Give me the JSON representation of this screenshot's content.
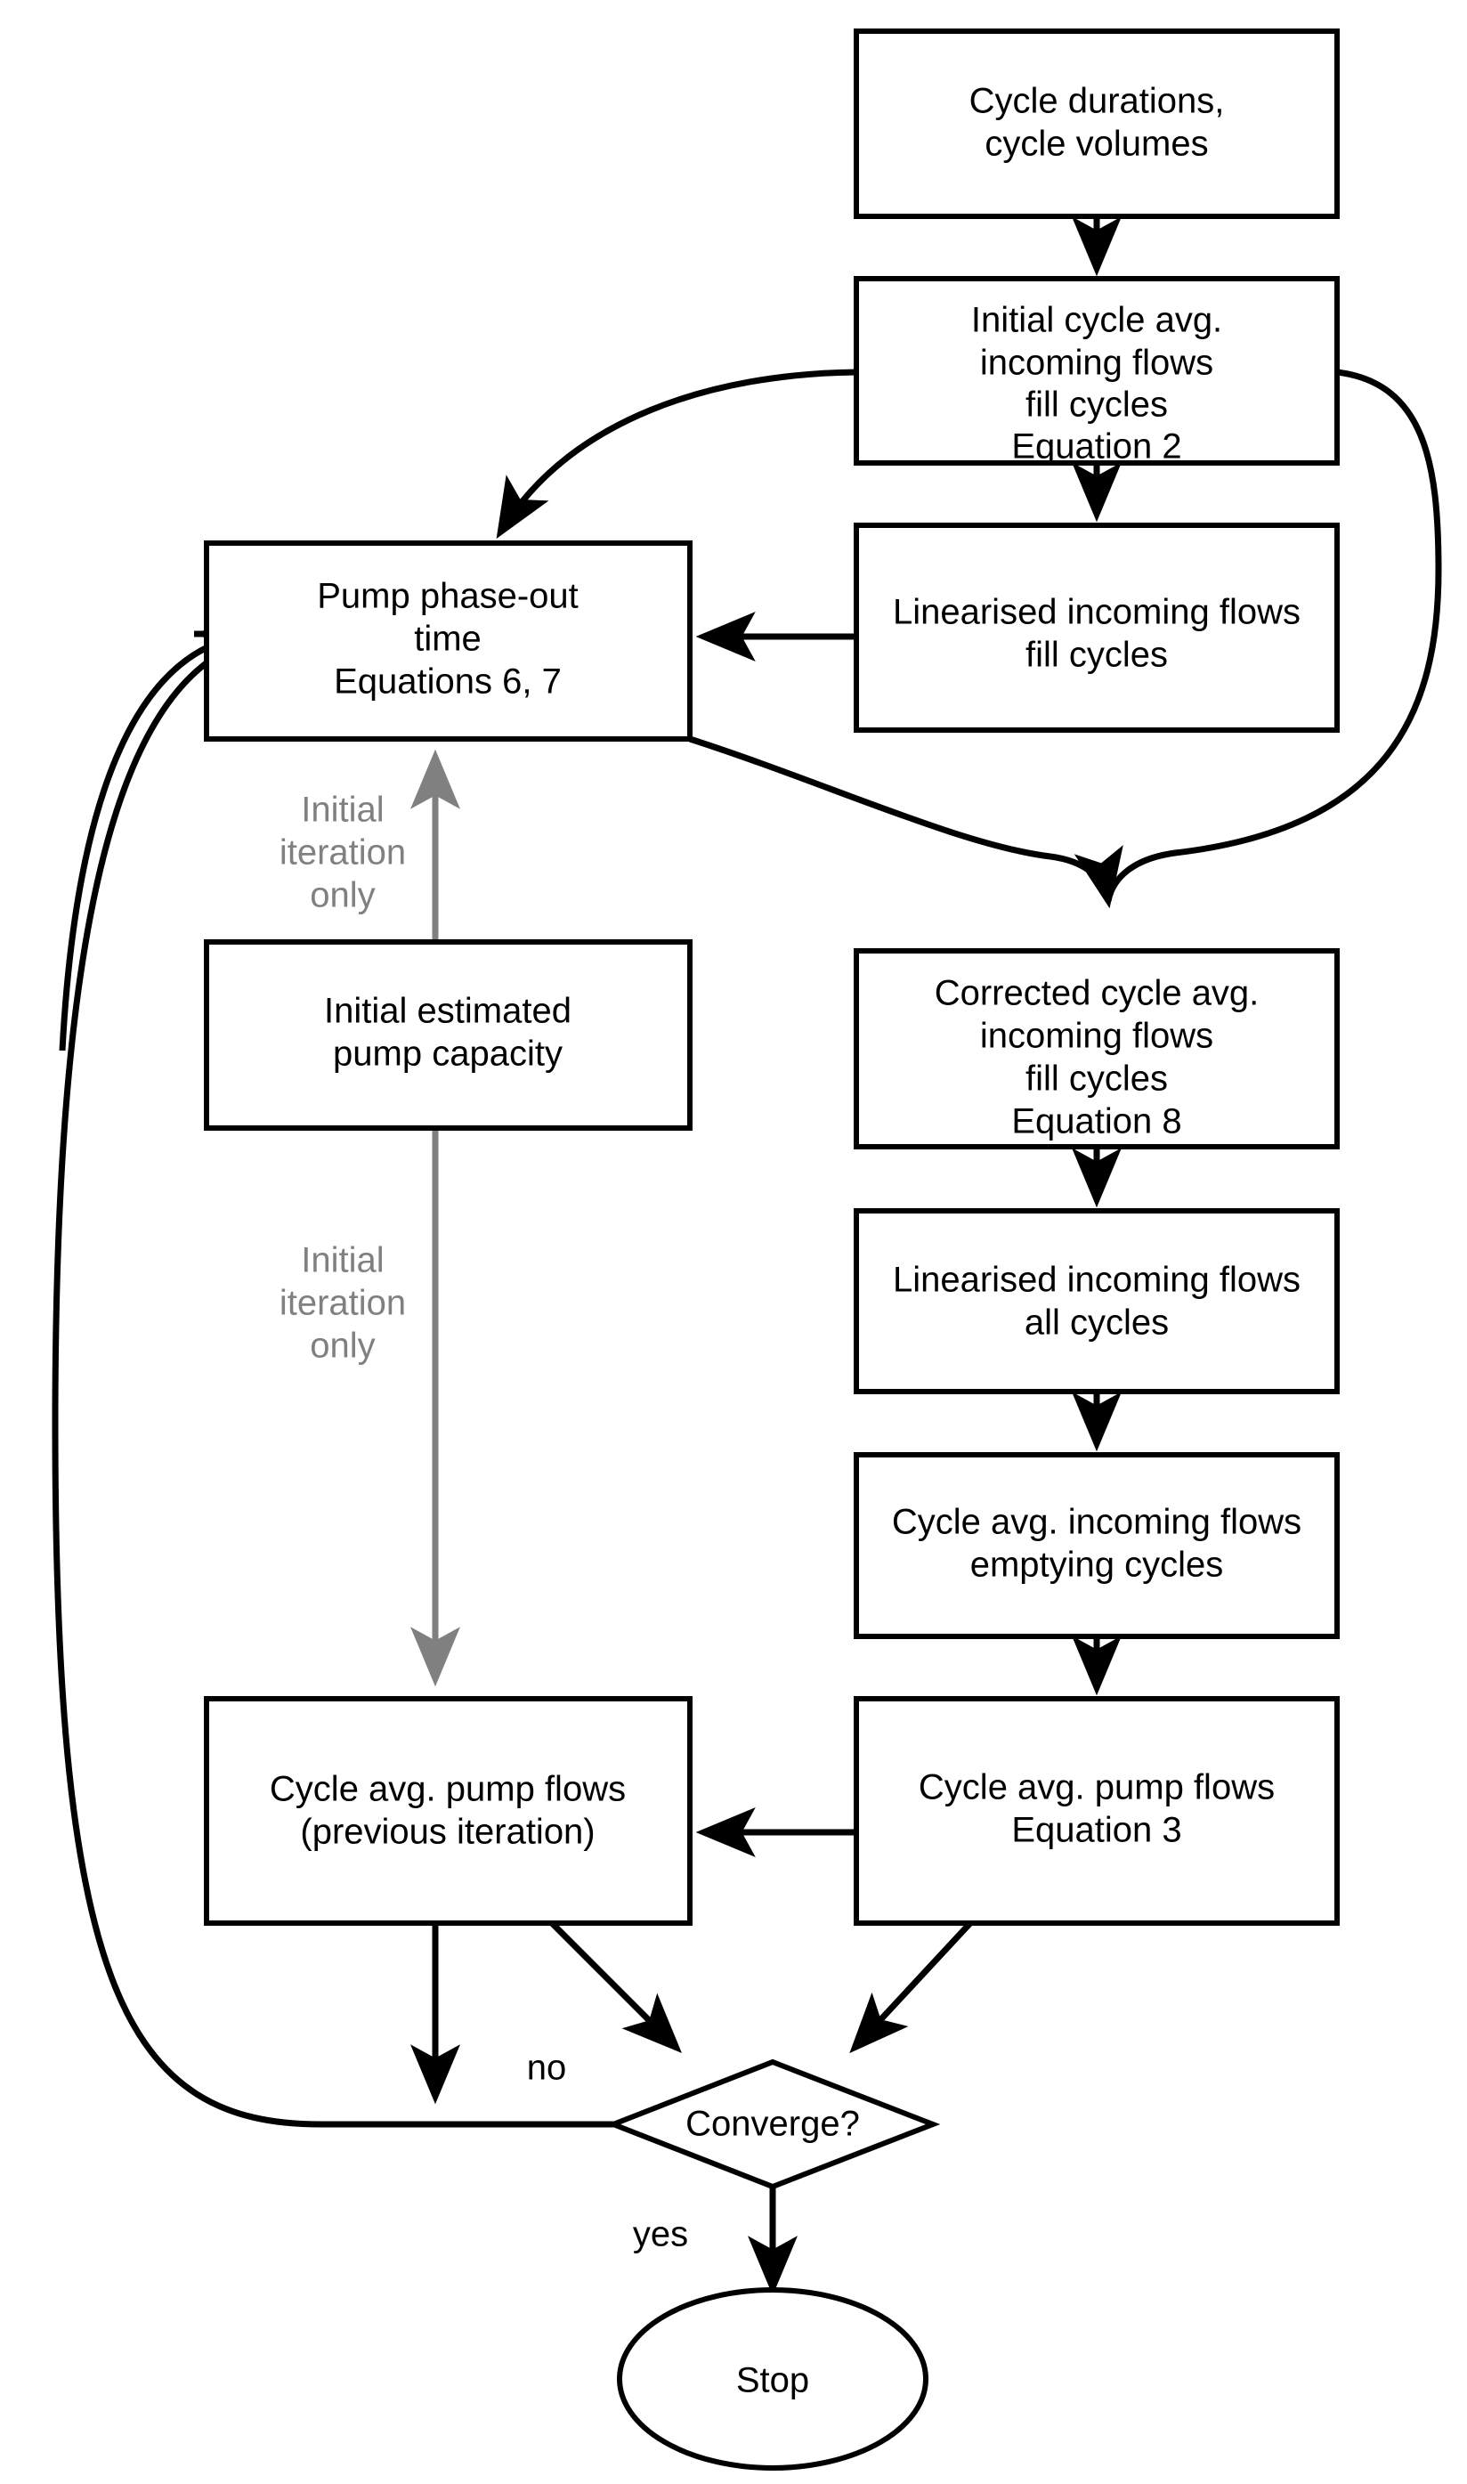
{
  "diagram": {
    "title": "Iterative pump flow estimation flowchart",
    "background_color": "#ffffff",
    "line_color": "#000000",
    "gray_color": "#808080"
  },
  "nodes": {
    "cycle_durations": {
      "shape": "rectangle",
      "lines": [
        "Cycle durations,",
        "cycle volumes"
      ]
    },
    "initial_cycle_avg": {
      "shape": "rectangle",
      "lines": [
        "Initial cycle avg.",
        "incoming flows",
        "fill cycles",
        "Equation 2"
      ]
    },
    "linearised_fill": {
      "shape": "rectangle",
      "lines": [
        "Linearised incoming flows",
        "fill cycles"
      ]
    },
    "pump_phase_out": {
      "shape": "rectangle",
      "lines": [
        "Pump phase-out",
        "time",
        "Equations 6, 7"
      ]
    },
    "initial_estimated_capacity": {
      "shape": "rectangle",
      "lines": [
        "Initial estimated",
        "pump capacity"
      ]
    },
    "corrected_cycle_avg": {
      "shape": "rectangle",
      "lines": [
        "Corrected cycle avg.",
        "incoming flows",
        "fill cycles",
        "Equation 8"
      ]
    },
    "linearised_all": {
      "shape": "rectangle",
      "lines": [
        "Linearised incoming flows",
        "all cycles"
      ]
    },
    "cycle_avg_emptying": {
      "shape": "rectangle",
      "lines": [
        "Cycle avg. incoming flows",
        "emptying cycles"
      ]
    },
    "cycle_avg_pump_flows_eq3": {
      "shape": "rectangle",
      "lines": [
        "Cycle avg. pump flows",
        "Equation 3"
      ]
    },
    "cycle_avg_pump_flows_prev": {
      "shape": "rectangle",
      "lines": [
        "Cycle avg. pump flows",
        "(previous iteration)"
      ]
    },
    "converge_decision": {
      "shape": "diamond",
      "lines": [
        "Converge?"
      ]
    },
    "stop_terminal": {
      "shape": "ellipse",
      "lines": [
        "Stop"
      ]
    }
  },
  "edge_labels": {
    "initial_iteration_only_upper": [
      "Initial",
      "iteration",
      "only"
    ],
    "initial_iteration_only_lower": [
      "Initial",
      "iteration",
      "only"
    ],
    "branch_no": "no",
    "branch_yes": "yes"
  }
}
